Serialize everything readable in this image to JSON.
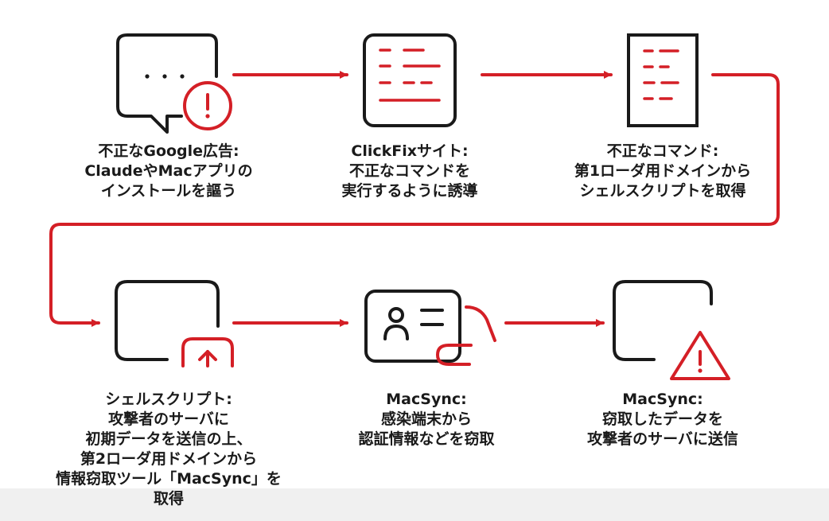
{
  "colors": {
    "accent": "#d41f26",
    "ink": "#1a1a1a",
    "footer": "#f0f0f0"
  },
  "steps": [
    {
      "text": "不正なGoogle広告:\nClaudeやMacアプリの\nインストールを謳う",
      "icon": "chat-bubble-alert-icon"
    },
    {
      "text": "ClickFixサイト:\n不正なコマンドを\n実行するように誘導",
      "icon": "webpage-lines-icon"
    },
    {
      "text": "不正なコマンド:\n第1ローダ用ドメインから\nシェルスクリプトを取得",
      "icon": "document-icon"
    },
    {
      "text": "シェルスクリプト:\n攻撃者のサーバに\n初期データを送信の上、\n第2ローダ用ドメインから\n情報窃取ツール「MacSync」を\n取得",
      "icon": "window-upload-icon"
    },
    {
      "text": "MacSync:\n感染端末から\n認証情報などを窃取",
      "icon": "id-card-grab-icon"
    },
    {
      "text": "MacSync:\n窃取したデータを\n攻撃者のサーバに送信",
      "icon": "window-warning-icon"
    }
  ]
}
